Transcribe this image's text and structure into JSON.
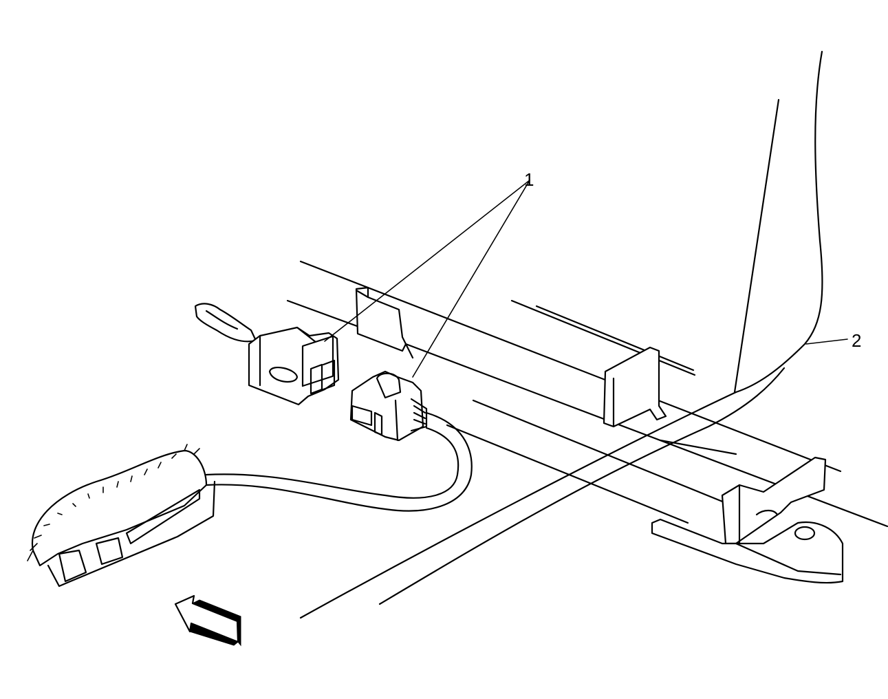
{
  "callouts": [
    {
      "id": "1",
      "label": "1"
    },
    {
      "id": "2",
      "label": "2"
    }
  ],
  "colors": {
    "line": "#000000",
    "background": "#ffffff"
  },
  "icons": [
    "arrow-icon"
  ]
}
